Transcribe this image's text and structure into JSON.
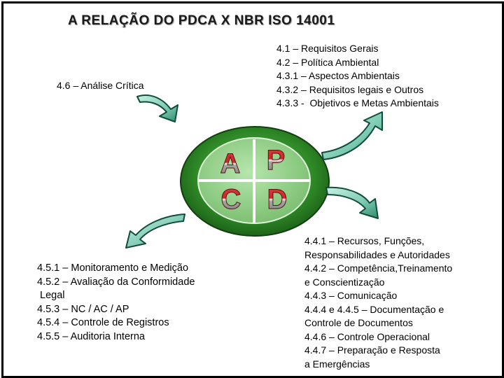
{
  "title": "A RELAÇÃO DO PDCA X NBR ISO 14001",
  "act_block": {
    "lines": [
      "4.6 – Análise Crítica"
    ]
  },
  "plan_block": {
    "lines": [
      "4.1 – Requisitos Gerais",
      "4.2 – Política Ambiental",
      "4.3.1 – Aspectos Ambientais",
      "4.3.2 – Requisitos legais e Outros",
      "4.3.3 -  Objetivos e Metas Ambientais"
    ]
  },
  "check_block": {
    "lines": [
      "4.5.1 – Monitoramento e Medição",
      "4.5.2 – Avaliação da Conformidade",
      " Legal",
      "4.5.3 – NC / AC / AP",
      "4.5.4 – Controle de Registros",
      "4.5.5 – Auditoria Interna"
    ]
  },
  "do_block": {
    "lines": [
      "4.4.1 – Recursos, Funções,",
      "Responsabilidades e Autoridades",
      "4.4.2 – Competência,Treinamento",
      "e Conscientização",
      "4.4.3 – Comunicação",
      "4.4.4 e 4.4.5 – Documentação e",
      "Controle de Documentos",
      "4.4.6 – Controle Operacional",
      "4.4.7 – Preparação e Resposta",
      "a Emergências"
    ]
  },
  "pdca_letters": {
    "top_left": "A",
    "top_right": "P",
    "bottom_left": "C",
    "bottom_right": "D"
  },
  "colors": {
    "circle_outer": "#1f6b1a",
    "circle_inner": "#8fce85",
    "arrow_fill": "#8ed6c4",
    "arrow_dark": "#0f4d3a",
    "letter_red": "#c8282a",
    "letter_grey": "#8a8a8a"
  }
}
